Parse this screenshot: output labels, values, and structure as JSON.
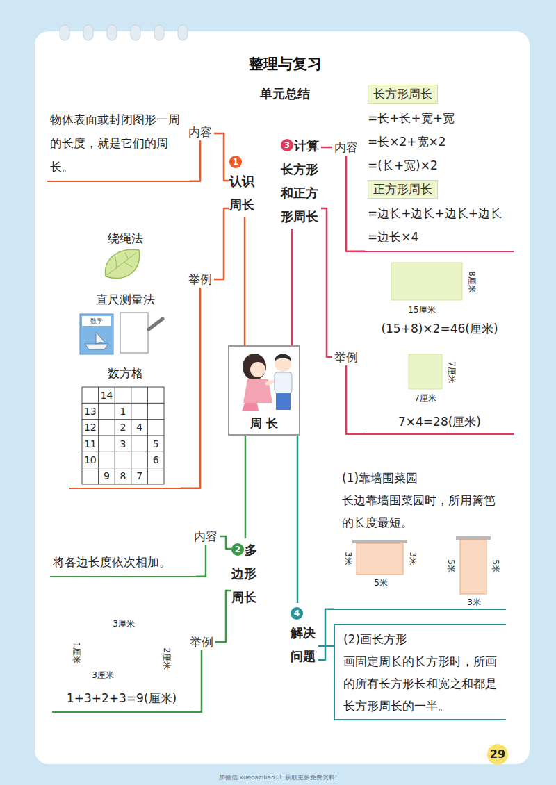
{
  "diagram": {
    "title": "整理与复习",
    "nodes": [
      {
        "text": [
          "周 长"
        ]
      },
      {
        "text": [
          "1",
          "认识周长"
        ]
      },
      {
        "text": [
          "内容"
        ]
      },
      {
        "text": [
          "物体表面或封闭图形一周的长度，就是它们的周长。"
        ]
      },
      {
        "text": [
          "举例"
        ]
      },
      {
        "text": [
          "绕绳法",
          "直尺测量法",
          "数方格"
        ]
      },
      {
        "text": [
          "3",
          "计算长方形和正方形周长"
        ]
      },
      {
        "text": [
          "内容"
        ]
      },
      {
        "text": [
          "长方形周长",
          "=长+长+宽+宽",
          "=长×2+宽×2",
          "=(长+宽)×2",
          "正方形周长",
          "=边长+边长+边长+边长",
          "=边长×4"
        ]
      },
      {
        "text": [
          "举例"
        ]
      },
      {
        "text": [
          "(15+8)×2=46(厘米)",
          "7×4=28(厘米)"
        ]
      },
      {
        "text": [
          "2",
          "多边形周长"
        ]
      },
      {
        "text": [
          "内容"
        ]
      },
      {
        "text": [
          "将各边长度依次相加。"
        ]
      },
      {
        "text": [
          "举例"
        ]
      },
      {
        "text": [
          "1+3+2+3=9(厘米)"
        ]
      },
      {
        "text": [
          "4",
          "解决问题"
        ]
      },
      {
        "text": [
          "(1)靠墙围菜园",
          "长边靠墙围菜园时，所用篱笆的长度最短。"
        ]
      },
      {
        "text": [
          "(2)画长方形",
          "画固定周长的长方形时，所画的所有长方形长和宽之和都是长方形周长的一半。"
        ]
      }
    ],
    "edges": [
      {
        "from": 0,
        "to": 1,
        "arrow": "none"
      },
      {
        "from": 1,
        "to": 2,
        "arrow": "none"
      },
      {
        "from": 2,
        "to": 3,
        "arrow": "none"
      },
      {
        "from": 1,
        "to": 4,
        "arrow": "none"
      },
      {
        "from": 4,
        "to": 5,
        "arrow": "none"
      },
      {
        "from": 0,
        "to": 6,
        "arrow": "none"
      },
      {
        "from": 6,
        "to": 7,
        "arrow": "none"
      },
      {
        "from": 7,
        "to": 8,
        "arrow": "none"
      },
      {
        "from": 6,
        "to": 9,
        "arrow": "none"
      },
      {
        "from": 9,
        "to": 10,
        "arrow": "none"
      },
      {
        "from": 0,
        "to": 11,
        "arrow": "none"
      },
      {
        "from": 11,
        "to": 12,
        "arrow": "none"
      },
      {
        "from": 12,
        "to": 13,
        "arrow": "none"
      },
      {
        "from": 11,
        "to": 14,
        "arrow": "none"
      },
      {
        "from": 14,
        "to": 15,
        "arrow": "none"
      },
      {
        "from": 0,
        "to": 16,
        "arrow": "none"
      },
      {
        "from": 16,
        "to": 17,
        "arrow": "none"
      },
      {
        "from": 16,
        "to": 18,
        "arrow": "none"
      }
    ],
    "labels": [
      "单元总结",
      "数学",
      "14",
      "13",
      "1",
      "12",
      "2",
      "4",
      "11",
      "3",
      "5",
      "10",
      "6",
      "9",
      "8",
      "7",
      "15厘米",
      "8厘米",
      "7厘米",
      "7厘米",
      "3厘米",
      "1厘米",
      "2厘米",
      "3厘米",
      "3米",
      "3米",
      "5米",
      "5米",
      "5米",
      "3米",
      "29",
      "加微信 xueoaziliao11 获取更多免费资料!"
    ]
  }
}
